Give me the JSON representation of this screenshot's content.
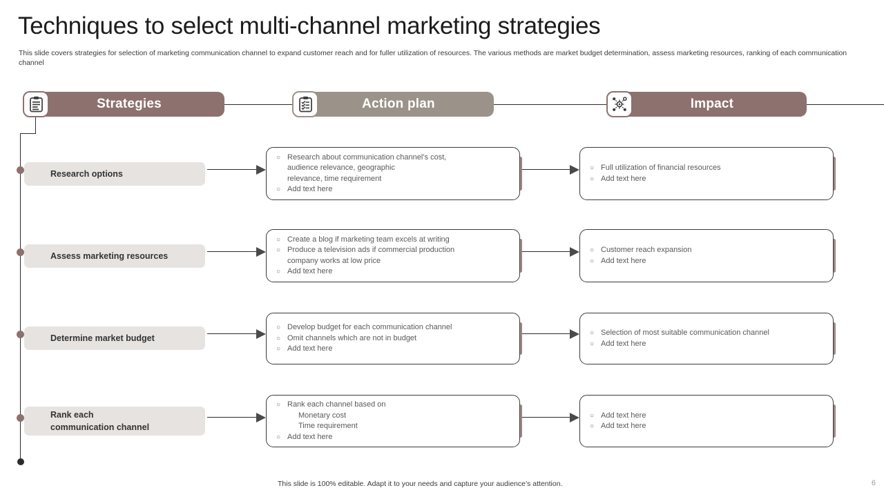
{
  "slide": {
    "title": "Techniques to select multi-channel marketing strategies",
    "subtitle": "This slide covers strategies for selection of marketing communication channel to expand customer reach and for fuller utilization of resources. The various methods are market budget determination, assess marketing resources, ranking of each communication channel",
    "footer_note": "This slide is 100% editable. Adapt it to your needs and capture your audience’s attention.",
    "page_number": "6"
  },
  "colors": {
    "header_primary": "#8d716f",
    "header_secondary": "#9b9289",
    "pill_bg": "#e7e3e1",
    "line": "#2b2b2b",
    "body_text": "#595959"
  },
  "columns": [
    {
      "id": "strategies",
      "label": "Strategies",
      "icon": "clipboard-icon",
      "color": "#8d716f"
    },
    {
      "id": "action-plan",
      "label": "Action plan",
      "icon": "checklist-clipboard-icon",
      "color": "#9b9289"
    },
    {
      "id": "impact",
      "label": "Impact",
      "icon": "network-nodes-icon",
      "color": "#8d716f"
    }
  ],
  "rows": [
    {
      "strategy": "Research options",
      "strategy_lines": [
        "Research options"
      ],
      "action_plan": [
        {
          "bullet": true,
          "lines": [
            "Research about communication channel’s cost,",
            "audience relevance,  geographic",
            "relevance,  time requirement"
          ]
        },
        {
          "bullet": true,
          "lines": [
            "Add text here"
          ]
        }
      ],
      "impact": [
        {
          "bullet": true,
          "lines": [
            "Full utilization of financial resources"
          ]
        },
        {
          "bullet": true,
          "lines": [
            "Add text here"
          ]
        }
      ]
    },
    {
      "strategy": "Assess marketing resources",
      "strategy_lines": [
        "Assess marketing resources"
      ],
      "action_plan": [
        {
          "bullet": true,
          "lines": [
            "Create a blog if marketing team excels at writing"
          ]
        },
        {
          "bullet": true,
          "lines": [
            "Produce a television  ads if commercial  production",
            "company works at low price"
          ]
        },
        {
          "bullet": true,
          "lines": [
            "Add text here"
          ]
        }
      ],
      "impact": [
        {
          "bullet": true,
          "lines": [
            "Customer reach expansion"
          ]
        },
        {
          "bullet": true,
          "lines": [
            "Add text here"
          ]
        }
      ]
    },
    {
      "strategy": "Determine market budget",
      "strategy_lines": [
        "Determine market budget"
      ],
      "action_plan": [
        {
          "bullet": true,
          "lines": [
            "Develop  budget for each communication  channel"
          ]
        },
        {
          "bullet": true,
          "lines": [
            "Omit channels which are not in budget"
          ]
        },
        {
          "bullet": true,
          "lines": [
            "Add text here"
          ]
        }
      ],
      "impact": [
        {
          "bullet": true,
          "lines": [
            "Selection of most suitable communication channel"
          ]
        },
        {
          "bullet": true,
          "lines": [
            "Add text here"
          ]
        }
      ]
    },
    {
      "strategy": "Rank each communication channel",
      "strategy_lines": [
        "Rank each",
        "communication channel"
      ],
      "action_plan": [
        {
          "bullet": true,
          "lines": [
            "Rank each channel based on"
          ]
        },
        {
          "bullet": false,
          "indent": true,
          "lines": [
            "Monetary cost"
          ]
        },
        {
          "bullet": false,
          "indent": true,
          "lines": [
            "Time requirement"
          ]
        },
        {
          "bullet": true,
          "lines": [
            "Add text here"
          ]
        }
      ],
      "impact": [
        {
          "bullet": true,
          "lines": [
            "Add text here"
          ]
        },
        {
          "bullet": true,
          "lines": [
            "Add text here"
          ]
        }
      ]
    }
  ]
}
